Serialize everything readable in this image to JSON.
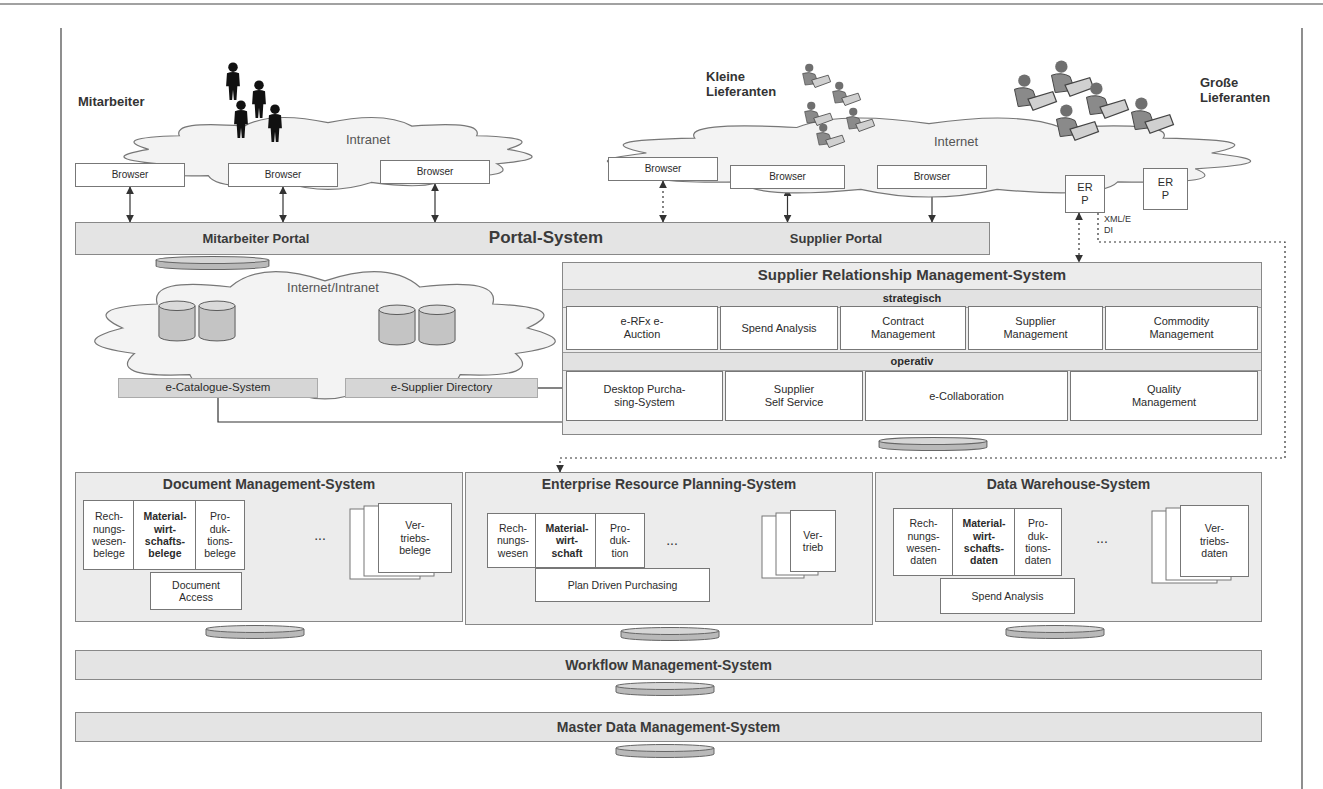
{
  "diagram": {
    "nodes": [
      {
        "text": [
          "Intranet"
        ]
      },
      {
        "text": [
          "Browser"
        ]
      },
      {
        "text": [
          "Browser"
        ]
      },
      {
        "text": [
          "Browser"
        ]
      },
      {
        "text": [
          "Internet"
        ]
      },
      {
        "text": [
          "Browser"
        ]
      },
      {
        "text": [
          "Browser"
        ]
      },
      {
        "text": [
          "Browser"
        ]
      },
      {
        "text": [
          "ER P"
        ]
      },
      {
        "text": [
          "ER P"
        ]
      },
      {
        "text": [
          "Mitarbeiter Portal",
          "Portal-System",
          "Supplier Portal"
        ]
      },
      {
        "text": [
          "Internet/Intranet"
        ]
      },
      {
        "text": [
          "e-Catalogue-System"
        ],
        "in": 11
      },
      {
        "text": [
          "e-Supplier Directory"
        ],
        "in": 11
      },
      {
        "text": [
          "Supplier Relationship Management-System"
        ]
      },
      {
        "text": [
          "strategisch"
        ],
        "in": 14
      },
      {
        "text": [
          "e-RFx e-Auction"
        ],
        "in": 14
      },
      {
        "text": [
          "Spend Analysis"
        ],
        "in": 14
      },
      {
        "text": [
          "Contract Management"
        ],
        "in": 14
      },
      {
        "text": [
          "Supplier Management"
        ],
        "in": 14
      },
      {
        "text": [
          "Commodity Management"
        ],
        "in": 14
      },
      {
        "text": [
          "operativ"
        ],
        "in": 14
      },
      {
        "text": [
          "Desktop Purcha- sing-System"
        ],
        "in": 14
      },
      {
        "text": [
          "Supplier Self Service"
        ],
        "in": 14
      },
      {
        "text": [
          "e-Collaboration"
        ],
        "in": 14
      },
      {
        "text": [
          "Quality Management"
        ],
        "in": 14
      },
      {
        "text": [
          "Document Management-System"
        ]
      },
      {
        "text": [
          "Rech- nungs- wesen- belege"
        ],
        "in": 26
      },
      {
        "text": [
          "Material- wirt- schafts- belege"
        ],
        "in": 26
      },
      {
        "text": [
          "Pro- duk- tions- belege"
        ],
        "in": 26
      },
      {
        "text": [
          "Ver- triebs- belege"
        ],
        "in": 26
      },
      {
        "text": [
          "Document Access"
        ],
        "in": 26
      },
      {
        "text": [
          "Enterprise Resource Planning-System"
        ]
      },
      {
        "text": [
          "Rech- nungs- wesen"
        ],
        "in": 32
      },
      {
        "text": [
          "Material- wirt- schaft"
        ],
        "in": 32
      },
      {
        "text": [
          "Pro- duk- tion"
        ],
        "in": 32
      },
      {
        "text": [
          "Ver- trieb"
        ],
        "in": 32
      },
      {
        "text": [
          "Plan Driven Purchasing"
        ],
        "in": 32
      },
      {
        "text": [
          "Data Warehouse-System"
        ]
      },
      {
        "text": [
          "Rech- nungs- wesen- daten"
        ],
        "in": 38
      },
      {
        "text": [
          "Material- wirt- schafts- daten"
        ],
        "in": 38
      },
      {
        "text": [
          "Pro- duk- tions- daten"
        ],
        "in": 38
      },
      {
        "text": [
          "Ver- triebs- daten"
        ],
        "in": 38
      },
      {
        "text": [
          "Spend Analysis"
        ],
        "in": 38
      },
      {
        "text": [
          "Workflow Management-System"
        ]
      },
      {
        "text": [
          "Master Data Management-System"
        ]
      }
    ],
    "edges": [
      {
        "from": 1,
        "to": 10,
        "arrow": "both"
      },
      {
        "from": 2,
        "to": 10,
        "arrow": "both"
      },
      {
        "from": 3,
        "to": 10,
        "arrow": "both"
      },
      {
        "from": 5,
        "to": 10,
        "arrow": "both"
      },
      {
        "from": 6,
        "to": 10,
        "arrow": "both"
      },
      {
        "from": 7,
        "to": 10,
        "arrow": "both"
      },
      {
        "from": 8,
        "to": 14,
        "arrow": "both"
      },
      {
        "from": 8,
        "to": 32,
        "arrow": "to",
        "label": "XML/E DI"
      },
      {
        "from": 12,
        "to": 14,
        "arrow": "none"
      },
      {
        "from": 13,
        "to": 14,
        "arrow": "none"
      }
    ],
    "labels": [
      "Mitarbeiter",
      "Kleine Lieferanten",
      "Große Lieferanten",
      "...",
      "...",
      "..."
    ]
  }
}
